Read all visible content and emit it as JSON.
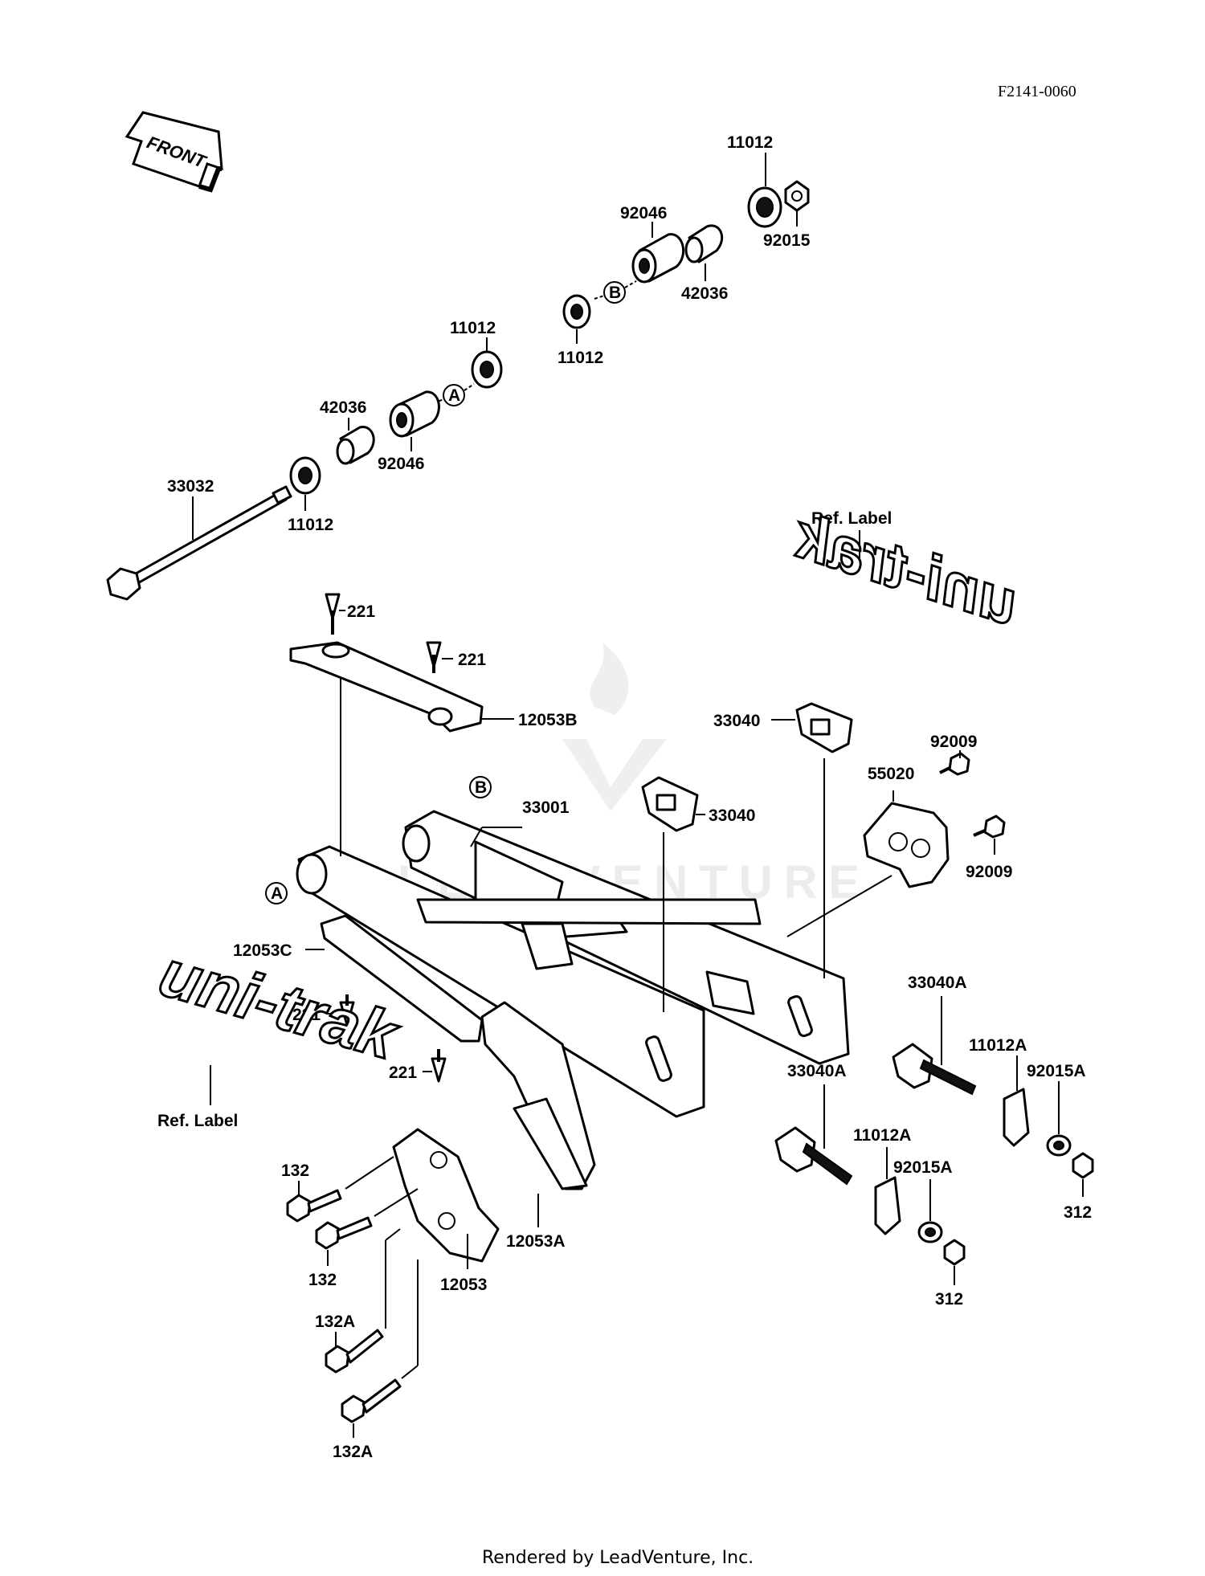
{
  "diagram_code": "F2141-0060",
  "front_arrow": "FRONT",
  "watermark": "LEADVENTURE",
  "footer": "Rendered by LeadVenture, Inc.",
  "ref_label_top": "Ref. Label",
  "ref_label_bottom": "Ref. Label",
  "decal_top": "uni-trak",
  "decal_bottom": "uni-trak",
  "markers": {
    "a1": "A",
    "a2": "A",
    "b1": "B",
    "b2": "B"
  },
  "labels": {
    "p11012_top": "11012",
    "p92015_top": "92015",
    "p92046_upper": "92046",
    "p42036_upper": "42036",
    "p11012_mid": "11012",
    "p11012_upper_left": "11012",
    "p42036_lower": "42036",
    "p92046_lower": "92046",
    "p33032": "33032",
    "p11012_lower": "11012",
    "p221_a": "221",
    "p221_b": "221",
    "p12053B": "12053B",
    "p33040_upper": "33040",
    "p92009_upper": "92009",
    "p55020": "55020",
    "p33001": "33001",
    "p33040_lower": "33040",
    "p92009_lower": "92009",
    "p12053C": "12053C",
    "p221_c": "221",
    "p221_d": "221",
    "p33040A_right": "33040A",
    "p11012A_right": "11012A",
    "p92015A_right": "92015A",
    "p33040A_left": "33040A",
    "p11012A_left": "11012A",
    "p92015A_left": "92015A",
    "p132_a": "132",
    "p132_b": "132",
    "p12053A": "12053A",
    "p12053": "12053",
    "p312_right": "312",
    "p312_left": "312",
    "p132A_a": "132A",
    "p132A_b": "132A"
  }
}
